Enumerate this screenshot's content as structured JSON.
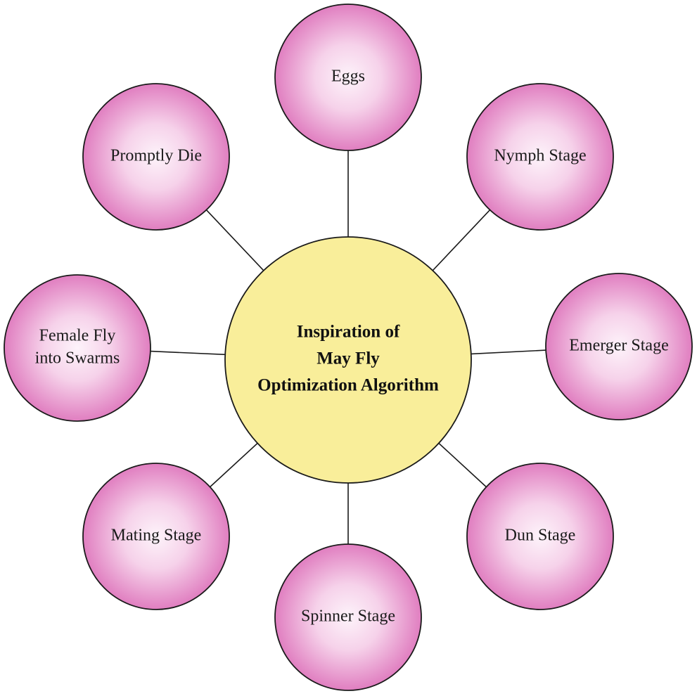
{
  "center": {
    "lines": [
      "Inspiration of",
      "May Fly",
      "Optimization Algorithm"
    ]
  },
  "nodes": [
    {
      "id": "eggs",
      "lines": [
        "Eggs"
      ]
    },
    {
      "id": "nymph-stage",
      "lines": [
        "Nymph Stage"
      ]
    },
    {
      "id": "emerger-stage",
      "lines": [
        "Emerger Stage"
      ]
    },
    {
      "id": "dun-stage",
      "lines": [
        "Dun Stage"
      ]
    },
    {
      "id": "spinner-stage",
      "lines": [
        "Spinner Stage"
      ]
    },
    {
      "id": "mating-stage",
      "lines": [
        "Mating Stage"
      ]
    },
    {
      "id": "female-fly-into-swarms",
      "lines": [
        "Female Fly",
        "into Swarms"
      ]
    },
    {
      "id": "promptly-die",
      "lines": [
        "Promptly Die"
      ]
    }
  ],
  "colors": {
    "center_fill": "#f9ee9a",
    "node_fill_inner": "#fdf3fa",
    "node_fill_outer": "#e07ec0",
    "stroke": "#1a1a1a"
  }
}
